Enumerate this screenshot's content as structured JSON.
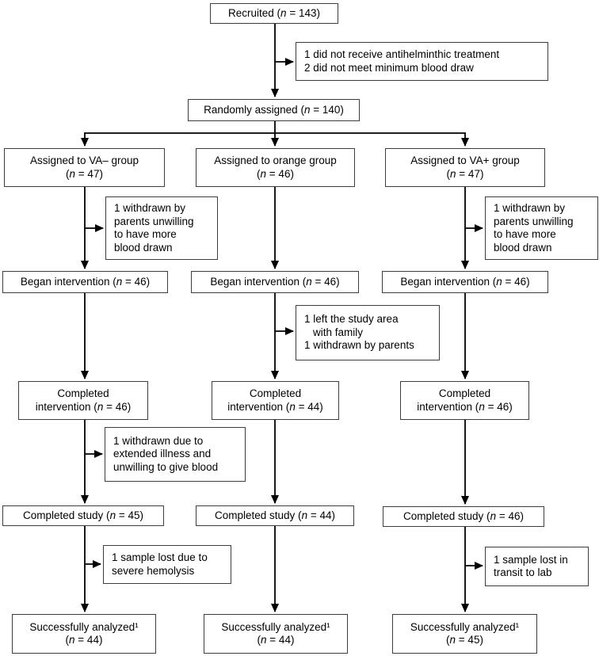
{
  "diagram_type": "participant-flow-chart",
  "colors": {
    "box_border": "#3d3d3d",
    "line": "#000000",
    "text": "#000000",
    "background": "#ffffff"
  },
  "flow": {
    "recruited": "Recruited (n = 143)",
    "top_exclusions": [
      "1 did not receive antihelminthic treatment",
      "2 did not meet minimum blood draw"
    ],
    "randomized": "Randomly assigned (n = 140)",
    "columns": [
      {
        "group": "VA- group",
        "assigned": [
          "Assigned to VA– group",
          "(n = 47)"
        ],
        "post_assignment_exclusion": [
          "1 withdrawn by",
          "parents unwilling",
          "to have more",
          "blood drawn"
        ],
        "began": "Began intervention (n = 46)",
        "completed_intervention": [
          "Completed",
          "intervention (n = 46)"
        ],
        "post_intervention_exclusion": [
          "1 withdrawn due to",
          "extended illness and",
          "unwilling to give blood"
        ],
        "completed_study": "Completed study (n = 45)",
        "post_study_exclusion": [
          "1 sample lost due to",
          "severe hemolysis"
        ],
        "analyzed": [
          "Successfully analyzed¹",
          "(n = 44)"
        ]
      },
      {
        "group": "orange group",
        "assigned": [
          "Assigned to orange group",
          "(n = 46)"
        ],
        "began": "Began intervention (n = 46)",
        "post_began_exclusion": [
          "1 left the study area",
          "with family",
          "1 withdrawn by parents"
        ],
        "completed_intervention": [
          "Completed",
          "intervention (n = 44)"
        ],
        "completed_study": "Completed study (n = 44)",
        "analyzed": [
          "Successfully analyzed¹",
          "(n = 44)"
        ]
      },
      {
        "group": "VA+ group",
        "assigned": [
          "Assigned to VA+ group",
          "(n = 47)"
        ],
        "post_assignment_exclusion": [
          "1 withdrawn by",
          "parents unwilling",
          "to have more",
          "blood drawn"
        ],
        "began": "Began intervention (n = 46)",
        "completed_intervention": [
          "Completed",
          "intervention (n = 46)"
        ],
        "completed_study": "Completed study (n = 46)",
        "post_study_exclusion": [
          "1 sample lost in",
          "transit to lab"
        ],
        "analyzed": [
          "Successfully analyzed¹",
          "(n = 45)"
        ]
      }
    ]
  }
}
